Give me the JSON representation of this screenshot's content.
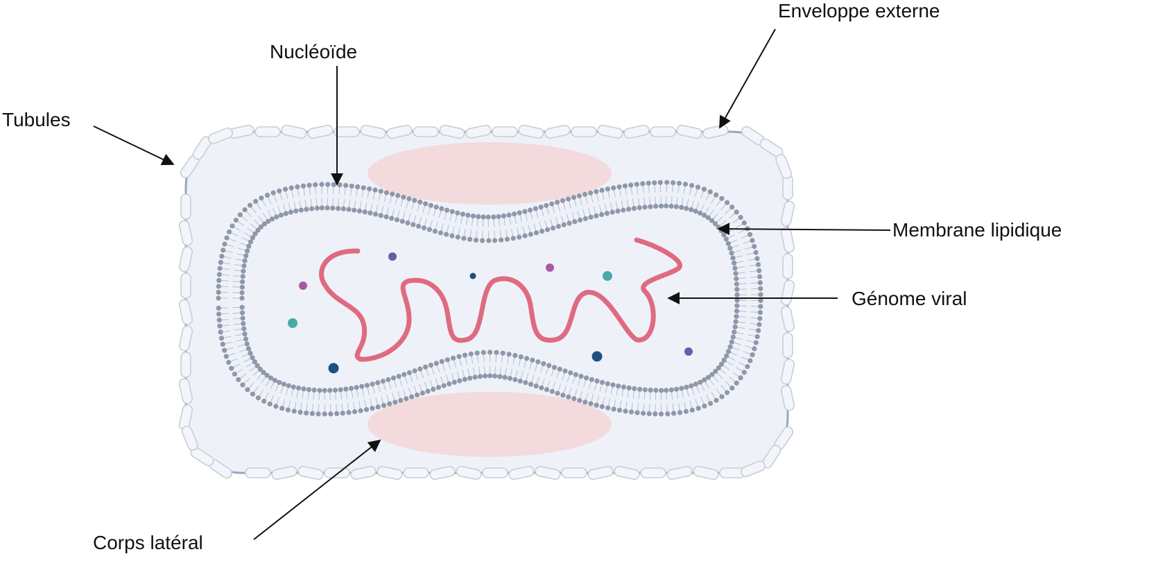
{
  "labels": {
    "enveloppe": "Enveloppe externe",
    "nucleoide": "Nucléoïde",
    "tubules": "Tubules",
    "membrane": "Membrane lipidique",
    "genome": "Génome viral",
    "corps": "Corps latéral"
  },
  "colors": {
    "text": "#111111",
    "arrow": "#111111",
    "virion_fill": "#eef2f8",
    "outer_border": "#9aa6c0",
    "tubule_fill": "#f2f5fa",
    "tubule_stroke": "#c9cdd4",
    "lipid_head": "#8f98a8",
    "lipid_tail": "#b9c2d0",
    "lateral_body": "#f3dadd",
    "genome": "#e06a80",
    "particle_purple": "#6a5aa8",
    "particle_magenta": "#a85aa0",
    "particle_teal": "#4aa8a8",
    "particle_navy": "#1f4f80"
  }
}
